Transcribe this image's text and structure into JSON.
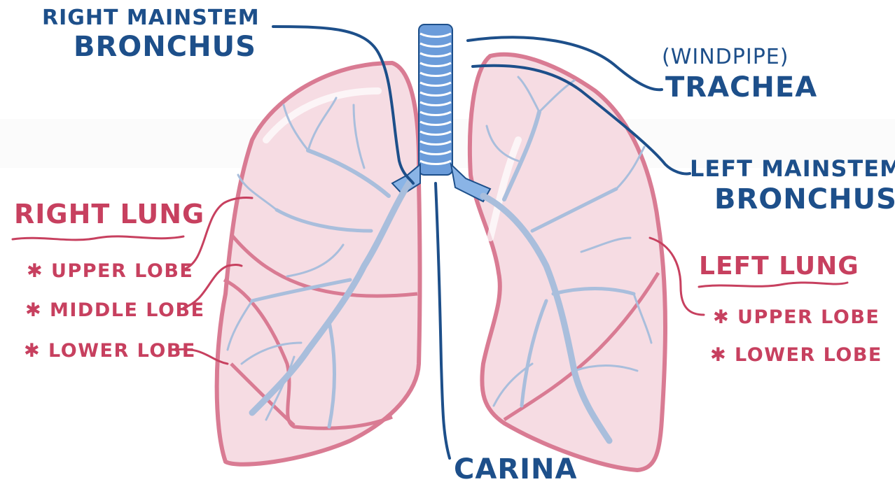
{
  "labels": {
    "right_mainstem_line1": "RIGHT MAINSTEM",
    "right_mainstem_line2": "BRONCHUS",
    "windpipe": "(WINDPIPE)",
    "trachea": "TRACHEA",
    "left_mainstem_line1": "LEFT MAINSTEM",
    "left_mainstem_line2": "BRONCHUS",
    "right_lung": "RIGHT LUNG",
    "left_lung": "LEFT LUNG",
    "carina": "CARINA"
  },
  "right_lobes": [
    "✱ UPPER LOBE",
    "✱ MIDDLE LOBE",
    "✱ LOWER LOBE"
  ],
  "left_lobes": [
    "✱ UPPER LOBE",
    "✱ LOWER LOBE"
  ],
  "colors": {
    "annotation_blue": "#1d4f8a",
    "annotation_pink": "#c7405f",
    "lung_fill": "#f6dce3",
    "lung_outline": "#d97b93",
    "airway_blue": "#5a8fd0"
  }
}
